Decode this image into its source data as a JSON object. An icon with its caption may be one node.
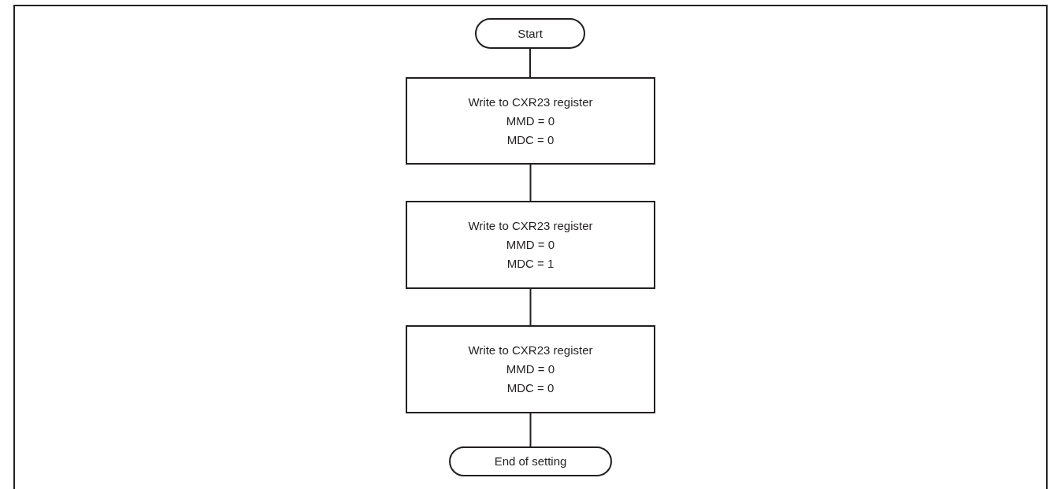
{
  "diagram": {
    "nodes": [
      {
        "text": [
          "Start"
        ]
      },
      {
        "text": [
          "Write to CXR23 register",
          "MMD = 0",
          "MDC = 0"
        ]
      },
      {
        "text": [
          "Write to CXR23 register",
          "MMD = 0",
          "MDC = 1"
        ]
      },
      {
        "text": [
          "Write to CXR23 register",
          "MMD = 0",
          "MDC = 0"
        ]
      },
      {
        "text": [
          "End of setting"
        ]
      }
    ],
    "edges": [
      {
        "from": 0,
        "to": 1,
        "arrow": "none"
      },
      {
        "from": 1,
        "to": 2,
        "arrow": "none"
      },
      {
        "from": 2,
        "to": 3,
        "arrow": "none"
      },
      {
        "from": 3,
        "to": 4,
        "arrow": "none"
      }
    ]
  }
}
